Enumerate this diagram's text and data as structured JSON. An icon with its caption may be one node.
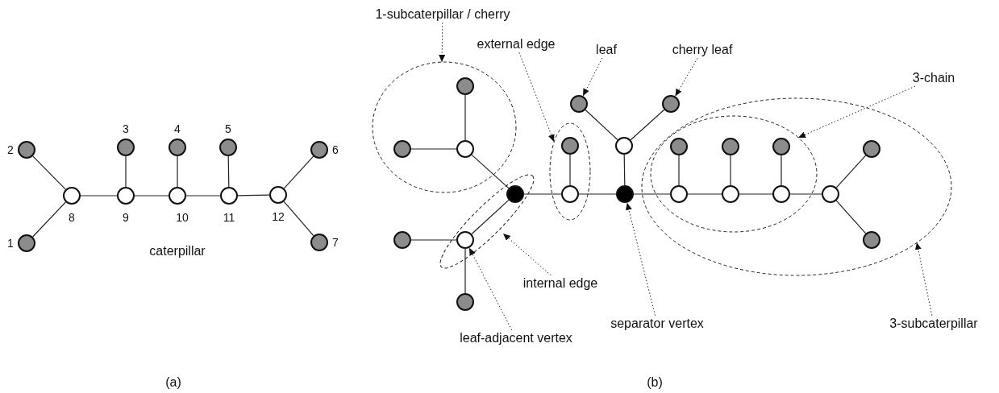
{
  "diagram": {
    "nodes": [
      {
        "text": [],
        "shape": "circle",
        "beside": [
          "1"
        ]
      },
      {
        "text": [],
        "shape": "circle",
        "beside": [
          "2"
        ]
      },
      {
        "text": [],
        "shape": "circle",
        "beside": [
          "3"
        ]
      },
      {
        "text": [],
        "shape": "circle",
        "beside": [
          "4"
        ]
      },
      {
        "text": [],
        "shape": "circle",
        "beside": [
          "5"
        ]
      },
      {
        "text": [],
        "shape": "circle",
        "beside": [
          "6"
        ]
      },
      {
        "text": [],
        "shape": "circle",
        "beside": [
          "7"
        ]
      },
      {
        "text": [],
        "shape": "circle",
        "beside": [
          "8"
        ]
      },
      {
        "text": [],
        "shape": "circle",
        "beside": [
          "9"
        ]
      },
      {
        "text": [],
        "shape": "circle",
        "beside": [
          "10"
        ]
      },
      {
        "text": [],
        "shape": "circle",
        "beside": [
          "11"
        ]
      },
      {
        "text": [],
        "shape": "circle",
        "beside": [
          "12"
        ]
      },
      {
        "text": [
          "1-subcaterpillar / cherry"
        ]
      },
      {
        "text": [],
        "shape": "ellipse"
      },
      {
        "text": [],
        "shape": "circle",
        "in": 13
      },
      {
        "text": [],
        "shape": "circle",
        "in": 13
      },
      {
        "text": [],
        "shape": "circle",
        "in": 13
      },
      {
        "text": [
          "external edge"
        ]
      },
      {
        "text": [
          "leaf"
        ]
      },
      {
        "text": [
          "cherry leaf"
        ]
      },
      {
        "text": [
          "3-chain"
        ]
      },
      {
        "text": [],
        "shape": "ellipse"
      },
      {
        "text": [],
        "shape": "circle",
        "in": 21
      },
      {
        "text": [],
        "shape": "circle",
        "in": 21
      },
      {
        "text": [],
        "shape": "circle"
      },
      {
        "text": [],
        "shape": "circle"
      },
      {
        "text": [],
        "shape": "circle"
      },
      {
        "text": [],
        "shape": "ellipse"
      },
      {
        "text": [],
        "shape": "ellipse",
        "in": 27
      },
      {
        "text": [],
        "shape": "circle",
        "in": 28
      },
      {
        "text": [],
        "shape": "circle",
        "in": 28
      },
      {
        "text": [],
        "shape": "circle",
        "in": 28
      },
      {
        "text": [],
        "shape": "circle",
        "in": 27
      },
      {
        "text": [],
        "shape": "ellipse"
      },
      {
        "text": [],
        "shape": "circle",
        "in": 33
      },
      {
        "text": [],
        "shape": "circle",
        "in": 33
      },
      {
        "text": [],
        "shape": "circle"
      },
      {
        "text": [],
        "shape": "circle",
        "in": 28
      },
      {
        "text": [],
        "shape": "circle",
        "in": 28
      },
      {
        "text": [],
        "shape": "circle",
        "in": 28
      },
      {
        "text": [],
        "shape": "circle",
        "in": 27
      },
      {
        "text": [],
        "shape": "circle"
      },
      {
        "text": [],
        "shape": "circle"
      },
      {
        "text": [],
        "shape": "circle",
        "in": 27
      },
      {
        "text": [
          "internal edge"
        ]
      },
      {
        "text": [
          "separator vertex"
        ]
      },
      {
        "text": [
          "leaf-adjacent vertex"
        ]
      },
      {
        "text": [
          "3-subcaterpillar"
        ]
      }
    ],
    "edges": [
      {
        "from": 1,
        "to": 7,
        "arrow": "none"
      },
      {
        "from": 0,
        "to": 7,
        "arrow": "none"
      },
      {
        "from": 7,
        "to": 8,
        "arrow": "none"
      },
      {
        "from": 8,
        "to": 2,
        "arrow": "none"
      },
      {
        "from": 8,
        "to": 9,
        "arrow": "none"
      },
      {
        "from": 9,
        "to": 3,
        "arrow": "none"
      },
      {
        "from": 9,
        "to": 10,
        "arrow": "none"
      },
      {
        "from": 10,
        "to": 4,
        "arrow": "none"
      },
      {
        "from": 10,
        "to": 11,
        "arrow": "none"
      },
      {
        "from": 11,
        "to": 5,
        "arrow": "none"
      },
      {
        "from": 11,
        "to": 6,
        "arrow": "none"
      },
      {
        "from": 14,
        "to": 16,
        "arrow": "none"
      },
      {
        "from": 15,
        "to": 16,
        "arrow": "none"
      },
      {
        "from": 16,
        "to": 34,
        "arrow": "none"
      },
      {
        "from": 34,
        "to": 35,
        "arrow": "none"
      },
      {
        "from": 41,
        "to": 35,
        "arrow": "none"
      },
      {
        "from": 35,
        "to": 42,
        "arrow": "none"
      },
      {
        "from": 34,
        "to": 23,
        "arrow": "none"
      },
      {
        "from": 22,
        "to": 23,
        "arrow": "none"
      },
      {
        "from": 23,
        "to": 36,
        "arrow": "none"
      },
      {
        "from": 36,
        "to": 26,
        "arrow": "none"
      },
      {
        "from": 26,
        "to": 24,
        "arrow": "none"
      },
      {
        "from": 26,
        "to": 25,
        "arrow": "none"
      },
      {
        "from": 36,
        "to": 37,
        "arrow": "none"
      },
      {
        "from": 29,
        "to": 37,
        "arrow": "none"
      },
      {
        "from": 37,
        "to": 38,
        "arrow": "none"
      },
      {
        "from": 30,
        "to": 38,
        "arrow": "none"
      },
      {
        "from": 38,
        "to": 39,
        "arrow": "none"
      },
      {
        "from": 31,
        "to": 39,
        "arrow": "none"
      },
      {
        "from": 39,
        "to": 40,
        "arrow": "none"
      },
      {
        "from": 40,
        "to": 32,
        "arrow": "none"
      },
      {
        "from": 40,
        "to": 43,
        "arrow": "none"
      },
      {
        "from": 12,
        "to": 13,
        "arrow": "to",
        "style": "dashed"
      },
      {
        "from": 17,
        "to": 21,
        "arrow": "to",
        "style": "dashed"
      },
      {
        "from": 18,
        "to": 24,
        "arrow": "to",
        "style": "dashed"
      },
      {
        "from": 19,
        "to": 25,
        "arrow": "to",
        "style": "dashed"
      },
      {
        "from": 20,
        "to": 28,
        "arrow": "to",
        "style": "dashed"
      },
      {
        "from": 44,
        "to": 33,
        "arrow": "to",
        "style": "dashed"
      },
      {
        "from": 45,
        "to": 36,
        "arrow": "to",
        "style": "dashed"
      },
      {
        "from": 46,
        "to": 35,
        "arrow": "to",
        "style": "dashed"
      },
      {
        "from": 47,
        "to": 27,
        "arrow": "to",
        "style": "dashed"
      }
    ],
    "labels": [
      "caterpillar",
      "(a)",
      "(b)"
    ]
  }
}
